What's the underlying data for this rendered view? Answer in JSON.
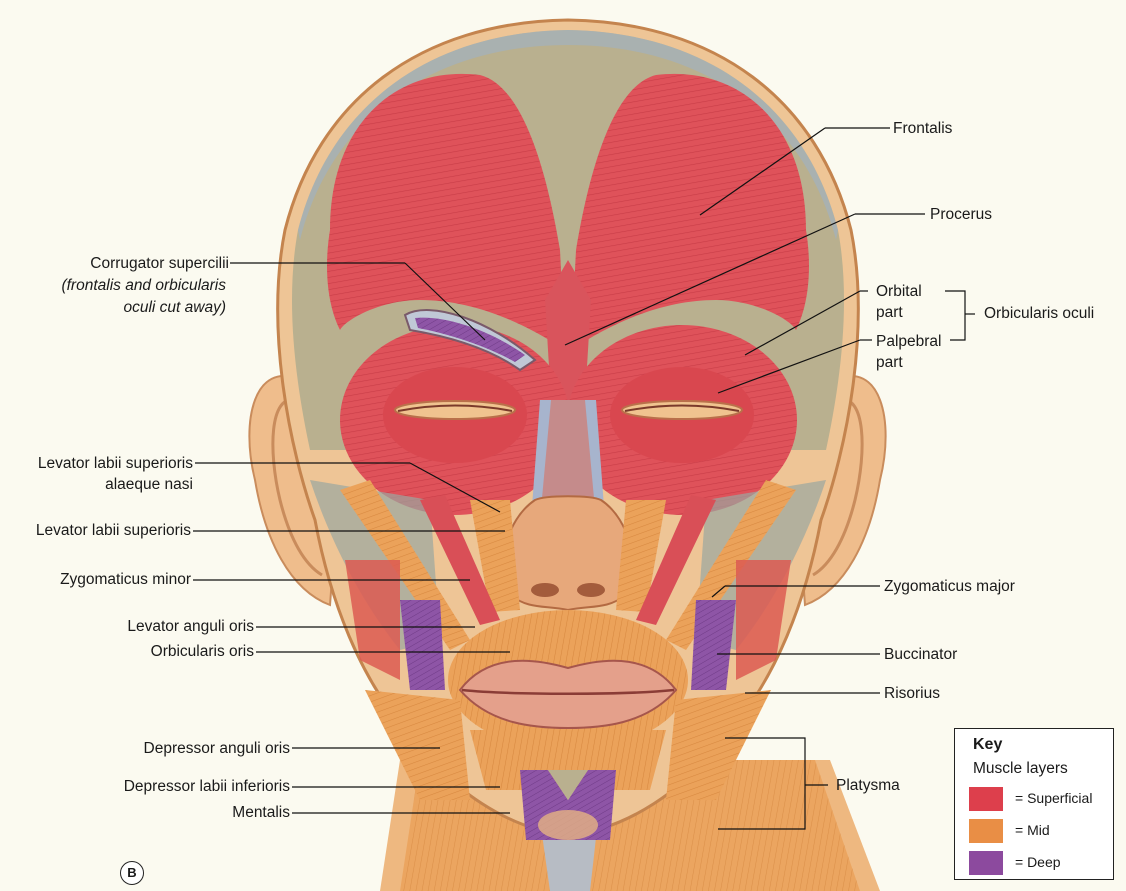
{
  "labels": {
    "frontalis": "Frontalis",
    "procerus": "Procerus",
    "corrugator": "Corrugator supercilii",
    "corrugator_note_1": "(frontalis and orbicularis",
    "corrugator_note_2": "oculi cut away)",
    "orbital_part_1": "Orbital",
    "orbital_part_2": "part",
    "palpebral_part_1": "Palpebral",
    "palpebral_part_2": "part",
    "orbicularis_oculi": "Orbicularis oculi",
    "levator_alaeque_1": "Levator labii superioris",
    "levator_alaeque_2": "alaeque nasi",
    "levator_labii": "Levator labii superioris",
    "zyg_minor": "Zygomaticus minor",
    "zyg_major": "Zygomaticus major",
    "levator_anguli": "Levator anguli oris",
    "orbicularis_oris": "Orbicularis oris",
    "buccinator": "Buccinator",
    "risorius": "Risorius",
    "depressor_anguli": "Depressor anguli oris",
    "depressor_labii": "Depressor labii inferioris",
    "mentalis": "Mentalis",
    "platysma": "Platysma"
  },
  "key": {
    "title": "Key",
    "subtitle": "Muscle layers",
    "items": [
      {
        "label": "= Superficial",
        "color": "#dd3f4c"
      },
      {
        "label": "= Mid",
        "color": "#e98e45"
      },
      {
        "label": "= Deep",
        "color": "#8c4a9e"
      }
    ]
  },
  "figure_letter": "B",
  "colors": {
    "superficial": "#e0555c",
    "mid": "#eaa055",
    "deep": "#8e55a6",
    "skin": "#eec596",
    "fascia": "#b8ac8e",
    "background": "#fbfaf0"
  }
}
